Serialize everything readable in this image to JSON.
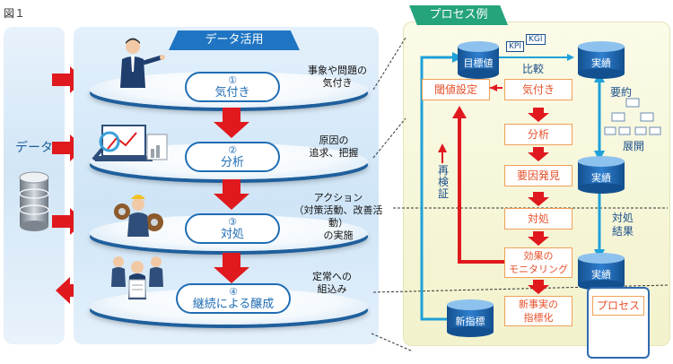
{
  "figure": {
    "label": "図１"
  },
  "left_column": {
    "title": "データ"
  },
  "middle": {
    "header": "データ活用",
    "steps": [
      {
        "num": "①",
        "title": "気付き",
        "desc": "事象や問題の\n気付き"
      },
      {
        "num": "②",
        "title": "分析",
        "desc": "原因の\n追求、把握"
      },
      {
        "num": "③",
        "title": "対処",
        "desc": "アクション\n（対策活動、改善活動）\nの実施"
      },
      {
        "num": "④",
        "title": "継続による醸成",
        "desc": "定常への\n組込み"
      }
    ]
  },
  "process": {
    "header": "プロセス例",
    "target": "目標値",
    "compare": "比較",
    "kgi": "KGI",
    "kpi": "KPI",
    "actual": "実績",
    "summary": "要約",
    "expand": "展開",
    "threshold": "閾値設定",
    "awareness": "気付き",
    "analysis": "分析",
    "cause": "要因発見",
    "recheck": "再\n検\n証",
    "action": "対処",
    "action_result": "対処\n結果",
    "monitor": "効果の\nモニタリング",
    "new_fact": "新事実の\n指標化",
    "new_index": "新指標",
    "legend_process": "プロセス",
    "legend_data": "データ"
  },
  "colors": {
    "blue": "#1f6db3",
    "red": "#e0191e",
    "orange": "#e6502a",
    "green": "#25a37c",
    "cyan": "#1ea1d8"
  }
}
